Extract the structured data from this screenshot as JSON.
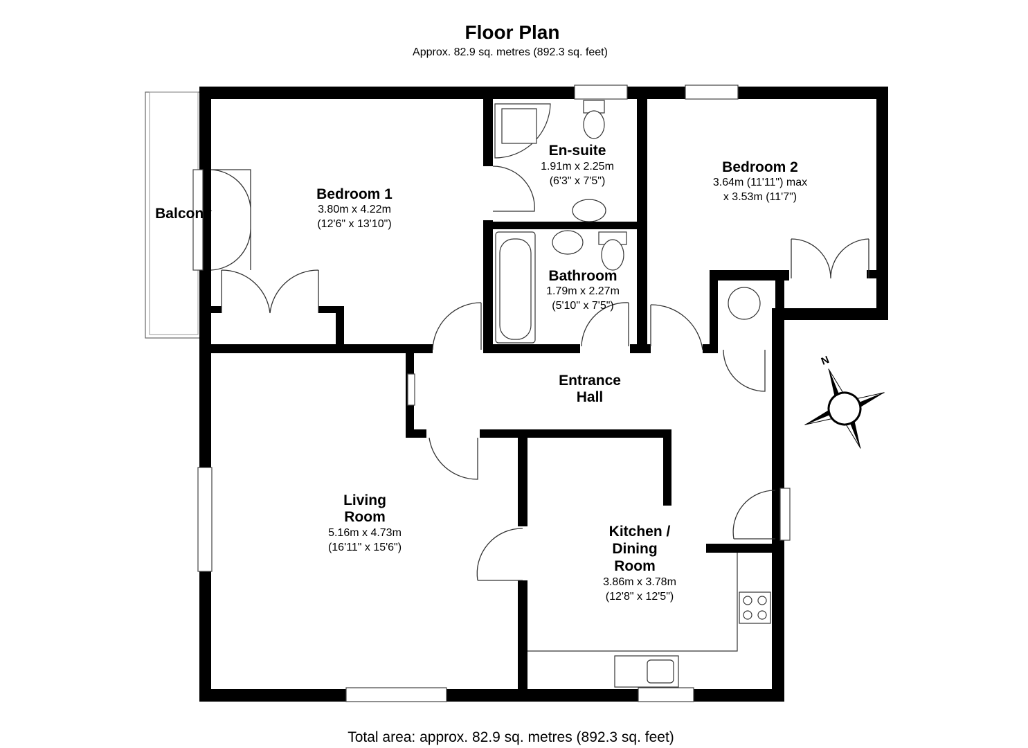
{
  "header": {
    "title": "Floor Plan",
    "subtitle": "Approx. 82.9 sq. metres (892.3 sq. feet)"
  },
  "rooms": {
    "balcony": {
      "name": "Balcony"
    },
    "bedroom1": {
      "name": "Bedroom 1",
      "dim_m": "3.80m x 4.22m",
      "dim_ft": "(12'6\" x 13'10\")"
    },
    "ensuite": {
      "name": "En-suite",
      "dim_m": "1.91m x 2.25m",
      "dim_ft": "(6'3\" x 7'5\")"
    },
    "bedroom2": {
      "name": "Bedroom 2",
      "dim_m": "3.64m (11'11\") max",
      "dim_ft": "x 3.53m (11'7\")"
    },
    "bathroom": {
      "name": "Bathroom",
      "dim_m": "1.79m x 2.27m",
      "dim_ft": "(5'10\" x 7'5\")"
    },
    "hall": {
      "name_line1": "Entrance",
      "name_line2": "Hall"
    },
    "living": {
      "name_line1": "Living",
      "name_line2": "Room",
      "dim_m": "5.16m x 4.73m",
      "dim_ft": "(16'11\" x 15'6\")"
    },
    "kitchen": {
      "name_line1": "Kitchen /",
      "name_line2": "Dining",
      "name_line3": "Room",
      "dim_m": "3.86m x 3.78m",
      "dim_ft": "(12'8\" x 12'5\")"
    }
  },
  "compass": {
    "label": "N"
  },
  "footer": {
    "total": "Total area: approx. 82.9 sq. metres (892.3 sq. feet)"
  }
}
